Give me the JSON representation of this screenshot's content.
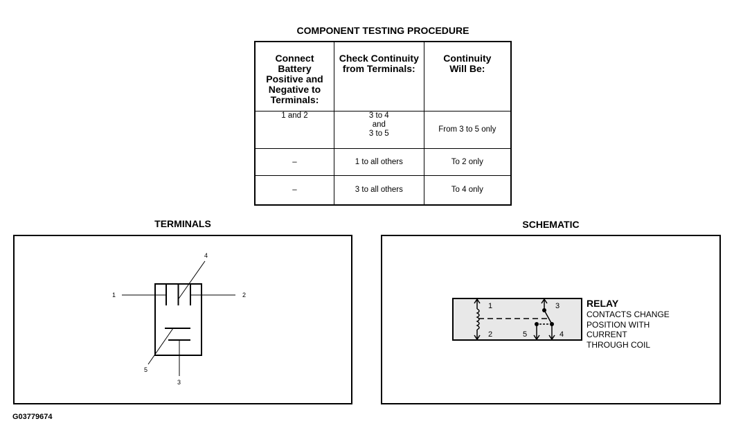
{
  "procedure": {
    "title": "COMPONENT TESTING PROCEDURE",
    "headers": [
      "Connect Battery Positive and Negative to Terminals:",
      "Check Continuity from Terminals:",
      "Continuity Will Be:"
    ],
    "rows": [
      {
        "battery": "1 and 2",
        "check": [
          "3 to 4",
          "and",
          "3 to 5"
        ],
        "result": "From 3 to 5 only"
      },
      {
        "battery": "–",
        "check": [
          "1 to all others"
        ],
        "result": "To 2 only"
      },
      {
        "battery": "–",
        "check": [
          "3 to all others"
        ],
        "result": "To 4 only"
      }
    ]
  },
  "terminals": {
    "title": "TERMINALS",
    "labels": {
      "t1": "1",
      "t2": "2",
      "t3": "3",
      "t4": "4",
      "t5": "5"
    }
  },
  "schematic": {
    "title": "SCHEMATIC",
    "labels": {
      "t1": "1",
      "t2": "2",
      "t3": "3",
      "t4": "4",
      "t5": "5"
    },
    "relay_name": "RELAY",
    "relay_desc": [
      "CONTACTS CHANGE",
      "POSITION WITH",
      "CURRENT",
      "THROUGH COIL"
    ]
  },
  "figure_id": "G03779674"
}
